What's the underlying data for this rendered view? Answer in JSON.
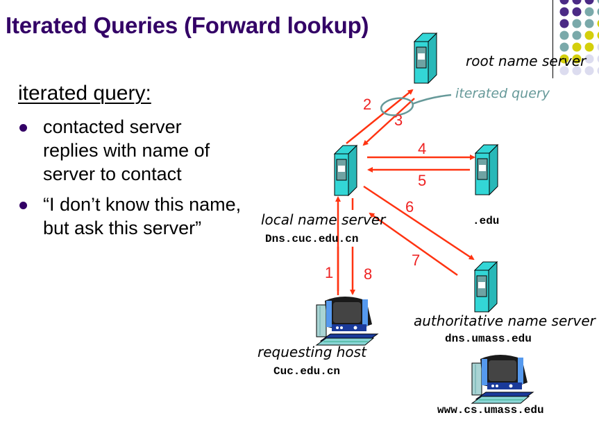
{
  "slide": {
    "title": "Iterated Queries (Forward lookup)",
    "subheading": "iterated query:",
    "bullets": [
      "contacted server replies with name of server to contact",
      "“I don’t know this name, but ask this server”"
    ]
  },
  "diagram": {
    "nodes": {
      "root": {
        "label": "root name server",
        "icon": "server-icon"
      },
      "local": {
        "label": "local name server",
        "host": "Dns.cuc.edu.cn",
        "icon": "server-icon"
      },
      "edu": {
        "label": ".edu",
        "icon": "server-icon"
      },
      "authoritative": {
        "label": "authoritative name server",
        "host": "dns.umass.edu",
        "icon": "server-icon"
      },
      "requesting": {
        "label": "requesting host",
        "host": "Cuc.edu.cn",
        "icon": "computer-icon"
      },
      "target": {
        "host": "www.cs.umass.edu",
        "icon": "computer-icon"
      }
    },
    "annotation": "iterated query",
    "steps": [
      {
        "n": "1",
        "from": "requesting host",
        "to": "local name server"
      },
      {
        "n": "2",
        "from": "local name server",
        "to": "root name server"
      },
      {
        "n": "3",
        "from": "root name server",
        "to": "local name server"
      },
      {
        "n": "4",
        "from": "local name server",
        "to": ".edu"
      },
      {
        "n": "5",
        "from": ".edu",
        "to": "local name server"
      },
      {
        "n": "6",
        "from": "local name server",
        "to": "authoritative name server"
      },
      {
        "n": "7",
        "from": "authoritative name server",
        "to": "local name server"
      },
      {
        "n": "8",
        "from": "local name server",
        "to": "requesting host"
      }
    ],
    "colors": {
      "arrow": "#ff3311",
      "step_number": "#ee2222",
      "server": "#33cccc",
      "annotation": "#669999",
      "title": "#330066"
    }
  },
  "decoration": {
    "dot_grid_colors": [
      "#4b2a85",
      "#7aa9aa",
      "#d4cf0c",
      "#dcdcef"
    ]
  }
}
